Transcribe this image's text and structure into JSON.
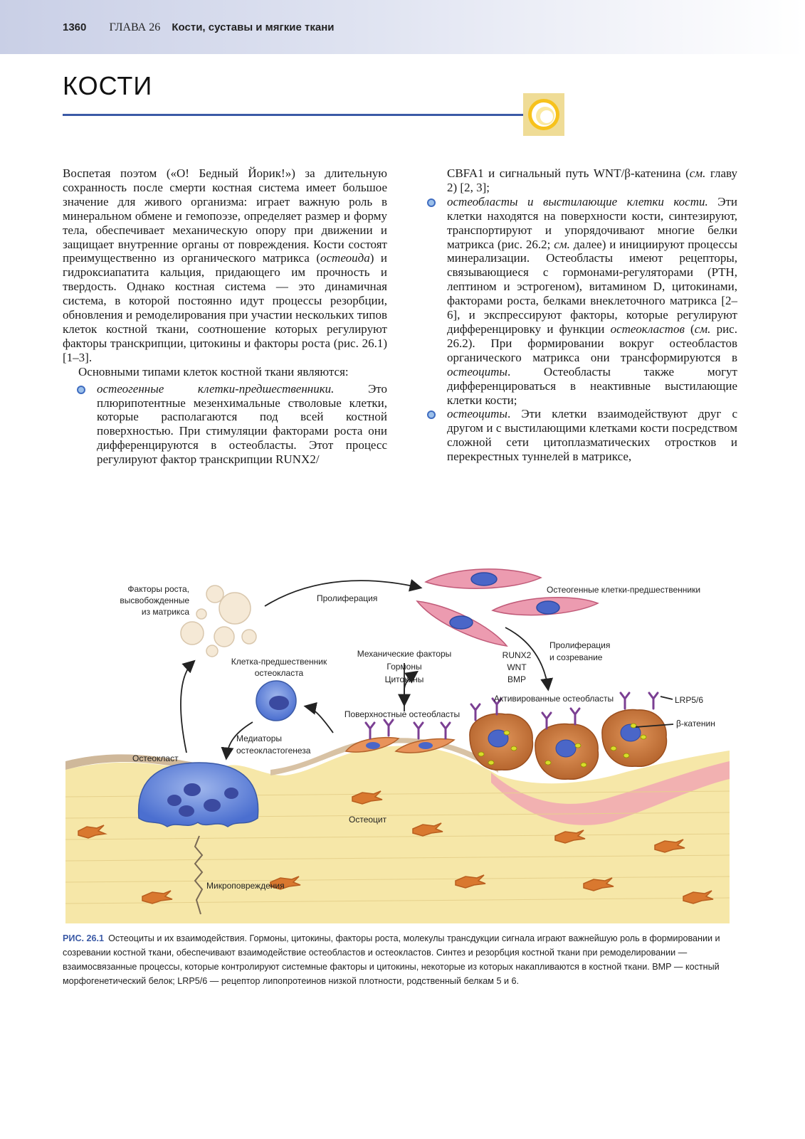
{
  "header": {
    "page_number": "1360",
    "chapter": "ГЛАВА 26",
    "section": "Кости, суставы и мягкие ткани"
  },
  "title": "КОСТИ",
  "colors": {
    "accent": "#3b5aa6",
    "bullet": "#3f6cc0"
  },
  "left_column": {
    "p1": "Воспетая поэтом («О! Бедный Йорик!») за длительную сохранность после смерти костная система имеет большое значение для живого организма: играет важную роль в минеральном обмене и гемопоэзе, определяет размер и форму тела, обеспечивает механическую опору при движении и защищает внутренние органы от повреждения. Кости состоят преимущественно из органического матрикса (",
    "p1_em": "остеоида",
    "p1_end": ") и гидроксиапатита кальция, придающего им прочность и твердость. Однако костная система — это динамичная система, в которой постоянно идут процессы резорбции, обновления и ремоделирования при участии нескольких типов клеток костной ткани, соотношение которых регулируют факторы транскрипции, цитокины и факторы роста (рис. 26.1) [1–3].",
    "p2": "Основными типами клеток костной ткани являются:",
    "b1_em": "остеогенные клетки-предшественники.",
    "b1_text": " Это плюрипотентные мезенхимальные стволовые клетки, которые располагаются под всей костной поверхностью. При стимуляции факторами роста они дифференцируются в остеобласты. Этот процесс регулируют фактор транскрипции RUNX2/"
  },
  "right_column": {
    "cont1": "CBFA1 и сигнальный путь WNT/β-катенина (",
    "cont1_em": "см.",
    "cont1_end": " главу 2) [2, 3];",
    "b2_em": "остеобласты и выстилающие клетки кости.",
    "b2_t1": " Эти клетки находятся на поверхности кости, синтезируют, транспортируют и упорядочивают многие белки матрикса (рис. 26.2; ",
    "b2_em2": "см.",
    "b2_t2": " далее) и инициируют процессы минерализации. Остеобласты имеют рецепторы, связывающиеся с гормонами-регуляторами (PTH, лептином и эстрогеном), витамином D, цитокинами, факторами роста, белками внеклеточного матрикса [2–6], и экспрессируют факторы, которые регулируют дифференцировку и функции ",
    "b2_em3": "остеокластов",
    "b2_t3": " (",
    "b2_em4": "см.",
    "b2_t4": " рис. 26.2). При формировании вокруг остеобластов органического матрикса они трансформируются в ",
    "b2_em5": "остеоциты",
    "b2_t5": ". Остеобласты также могут дифференцироваться в неактивные выстилающие клетки кости;",
    "b3_em": "остеоциты",
    "b3_text": ". Эти клетки взаимодействуют друг с другом и с выстилающими клетками кости посредством сложной сети цитоплазматических отростков и перекрестных туннелей в матриксе,"
  },
  "figure": {
    "labels": {
      "growth_factors": [
        "Факторы роста,",
        "высвобожденные",
        "из матрикса"
      ],
      "proliferation": "Пролиферация",
      "progenitors": "Остеогенные клетки-предшественники",
      "osteoclast_precursor": [
        "Клетка-предшественник",
        "остеокласта"
      ],
      "mech_factors": [
        "Механические факторы",
        "Гормоны",
        "Цитокины"
      ],
      "signals": [
        "RUNX2",
        "WNT",
        "BMP"
      ],
      "prolif_maturation": [
        "Пролиферация",
        "и созревание"
      ],
      "surface_osteoblasts": "Поверхностные остеобласты",
      "activated_osteoblasts": "Активированные остеобласты",
      "lrp": "LRP5/6",
      "catenin": "β-катенин",
      "mediators": [
        "Медиаторы",
        "остеокластогенеза"
      ],
      "osteoclast": "Остеокласт",
      "osteocyte": "Остеоцит",
      "microdamage": "Микроповреждения"
    }
  },
  "caption": {
    "label": "РИС. 26.1",
    "text": "Остеоциты и их взаимодействия. Гормоны, цитокины, факторы роста, молекулы трансдукции сигнала играют важнейшую роль в формировании и созревании костной ткани, обеспечивают взаимодействие остеобластов и остеокластов. Синтез и резорбция костной ткани при ремоделировании — взаимосвязанные процессы, которые контролируют системные факторы и цитокины, некоторые из которых накапливаются в костной ткани. BMP — костный морфогенетический белок; LRP5/6 — рецептор липопротеинов низкой плотности, родственный белкам 5 и 6."
  }
}
